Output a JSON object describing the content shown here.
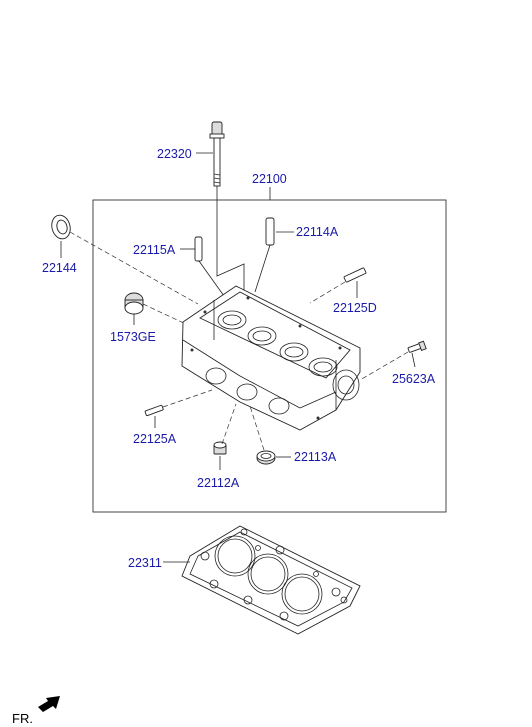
{
  "labels": {
    "p22320": "22320",
    "p22100": "22100",
    "p22144": "22144",
    "p22115A": "22115A",
    "p22114A": "22114A",
    "p22125D": "22125D",
    "p1573GE": "1573GE",
    "p25623A": "25623A",
    "p22125A": "22125A",
    "p22113A": "22113A",
    "p22112A": "22112A",
    "p22311": "22311"
  },
  "direction_marker": "FR.",
  "colors": {
    "label": "#1a1aa8",
    "line": "#222222"
  },
  "icons": {
    "direction_arrow": "fr-arrow-icon"
  }
}
